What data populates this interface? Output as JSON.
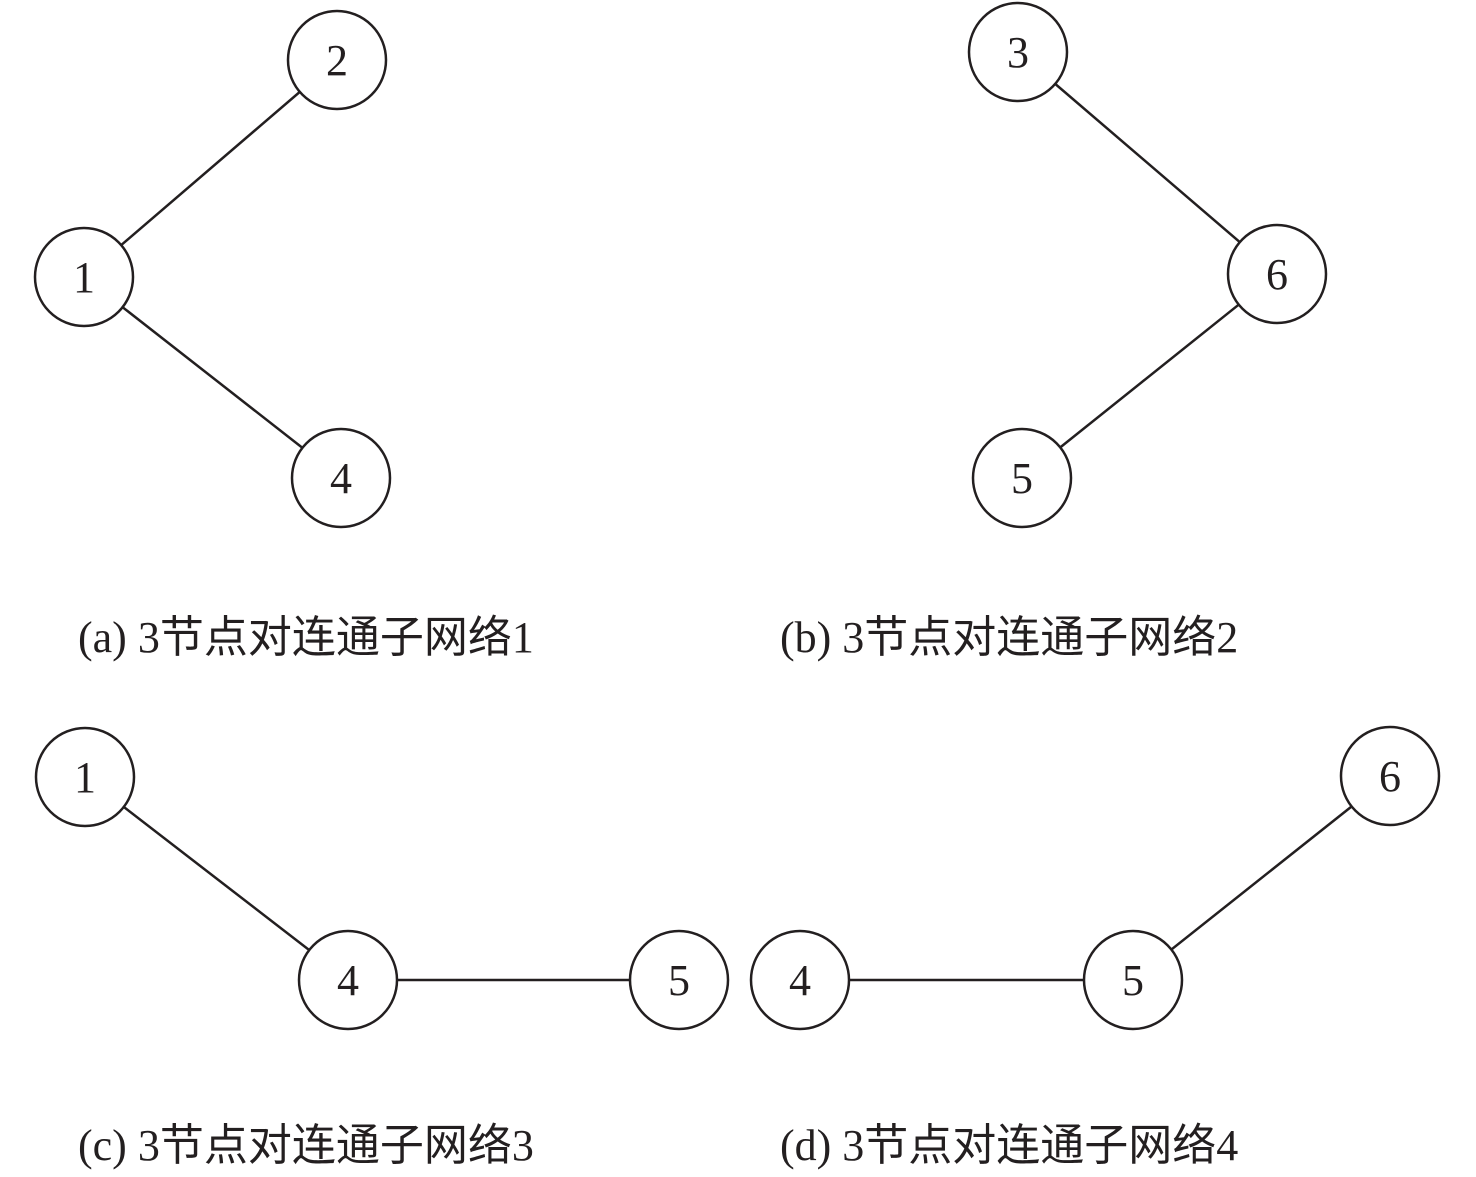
{
  "subfigures": [
    {
      "id": "a",
      "caption": "(a) 3节点对连通子网络1",
      "nodes": [
        {
          "key": "n1",
          "label": "1"
        },
        {
          "key": "n2",
          "label": "2"
        },
        {
          "key": "n4",
          "label": "4"
        }
      ],
      "edges": [
        [
          "n1",
          "n2"
        ],
        [
          "n1",
          "n4"
        ]
      ]
    },
    {
      "id": "b",
      "caption": "(b) 3节点对连通子网络2",
      "nodes": [
        {
          "key": "n3",
          "label": "3"
        },
        {
          "key": "n6",
          "label": "6"
        },
        {
          "key": "n5",
          "label": "5"
        }
      ],
      "edges": [
        [
          "n3",
          "n6"
        ],
        [
          "n6",
          "n5"
        ]
      ]
    },
    {
      "id": "c",
      "caption": "(c) 3节点对连通子网络3",
      "nodes": [
        {
          "key": "n1",
          "label": "1"
        },
        {
          "key": "n4",
          "label": "4"
        },
        {
          "key": "n5",
          "label": "5"
        }
      ],
      "edges": [
        [
          "n1",
          "n4"
        ],
        [
          "n4",
          "n5"
        ]
      ]
    },
    {
      "id": "d",
      "caption": "(d) 3节点对连通子网络4",
      "nodes": [
        {
          "key": "n4",
          "label": "4"
        },
        {
          "key": "n5",
          "label": "5"
        },
        {
          "key": "n6",
          "label": "6"
        }
      ],
      "edges": [
        [
          "n4",
          "n5"
        ],
        [
          "n5",
          "n6"
        ]
      ]
    }
  ]
}
